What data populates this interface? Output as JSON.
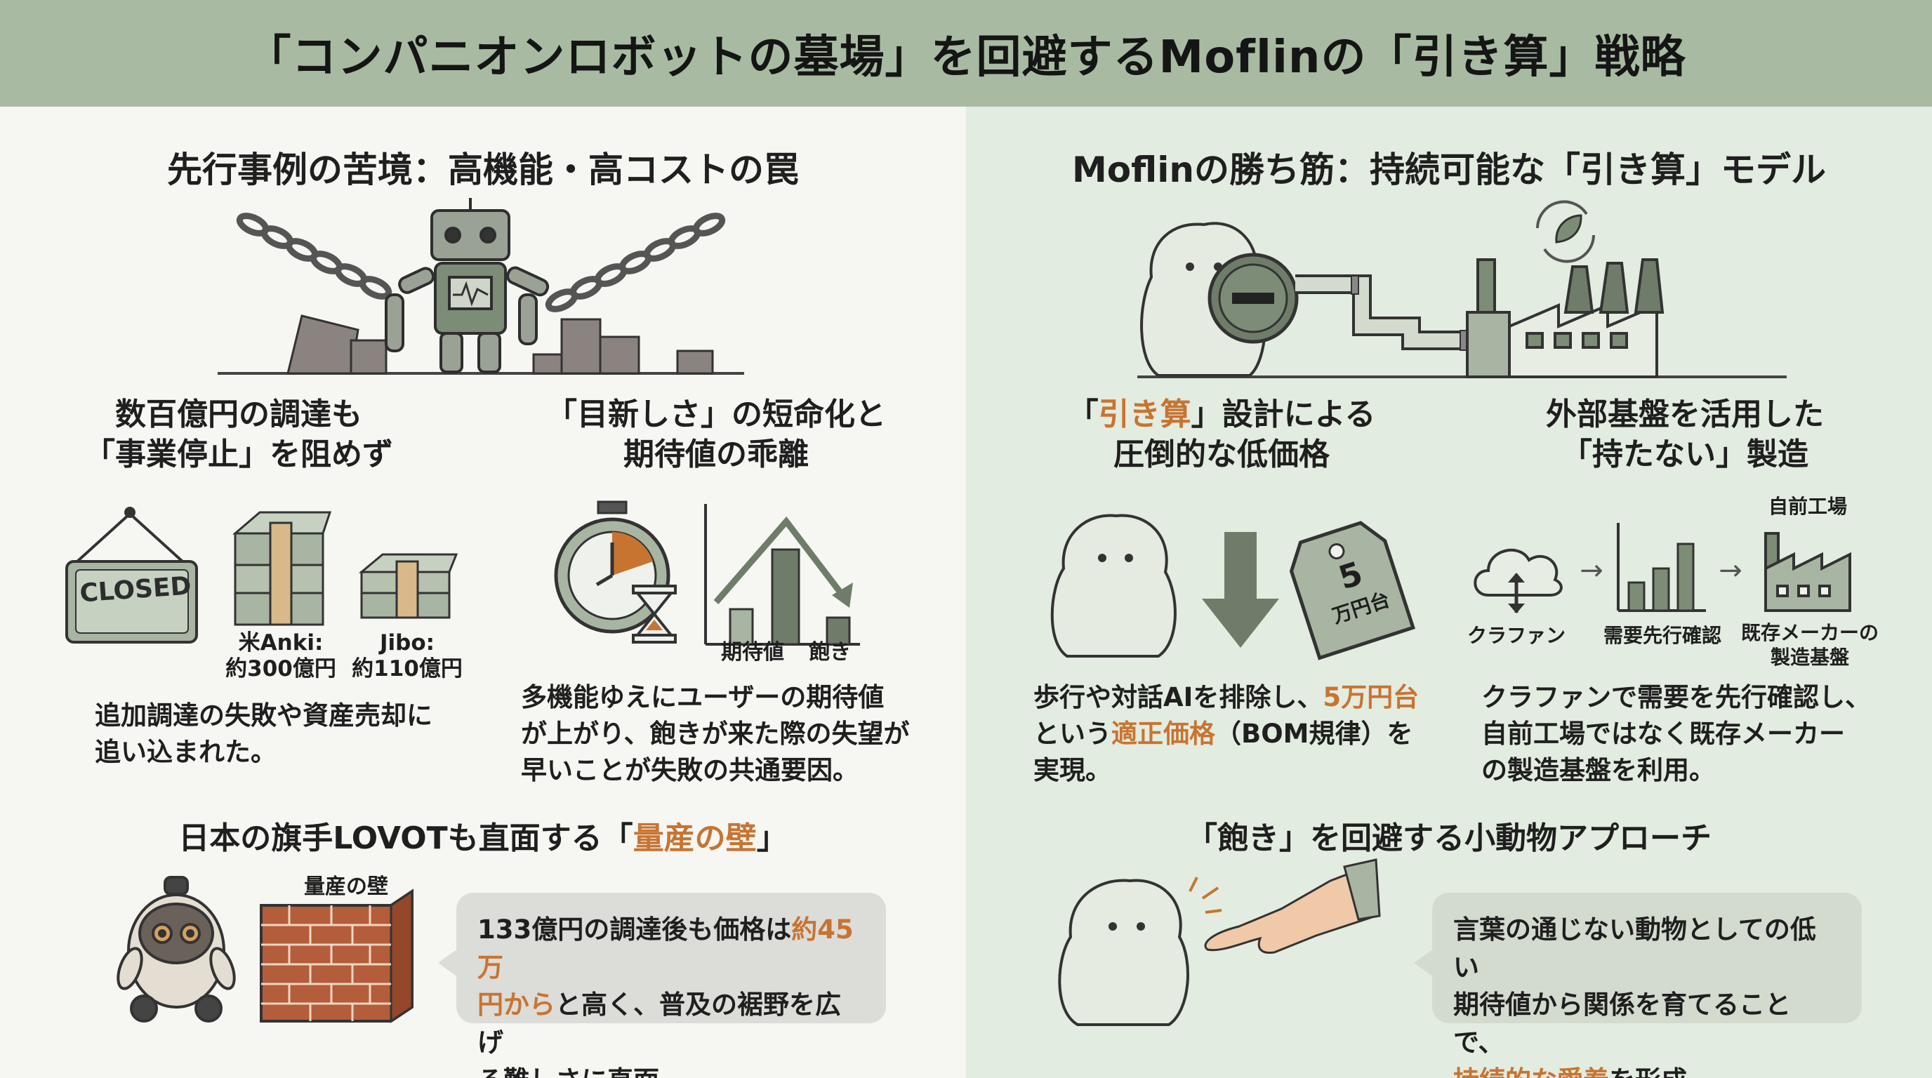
{
  "title": "「コンパニオンロボットの墓場」を回避するMoflinの「引き算」戦略",
  "left": {
    "heading": "先行事例の苦境：高機能・高コストの罠",
    "col1": {
      "heading_line1": "数百億円の調達も",
      "heading_line2": "「事業停止」を阻めず",
      "sign_text": "CLOSED",
      "anki_label_1": "米Anki:",
      "anki_label_2": "約300億円",
      "jibo_label_1": "Jibo:",
      "jibo_label_2": "約110億円",
      "desc_line1": "追加調達の失敗や資産売却に",
      "desc_line2": "追い込まれた。"
    },
    "col2": {
      "heading_line1": "「目新しさ」の短命化と",
      "heading_line2": "期待値の乖離",
      "chart_label_1": "期待値",
      "chart_label_2": "飽き",
      "desc_line1": "多機能ゆえにユーザーの期待値",
      "desc_line2": "が上がり、飽きが来た際の失望が",
      "desc_line3": "早いことが失敗の共通要因。"
    },
    "bottom": {
      "heading_pre": "日本の旗手LOVOTも直面する「",
      "heading_hl": "量産の壁",
      "heading_post": "」",
      "wall_label": "量産の壁",
      "bubble_line1_pre": "133億円の調達後も価格は",
      "bubble_line1_hl": "約45万",
      "bubble_line2_hl": "円から",
      "bubble_line2_post": "と高く、普及の裾野を広げ",
      "bubble_line3": "る難しさに直面。"
    }
  },
  "right": {
    "heading": "Moflinの勝ち筋：持続可能な「引き算」モデル",
    "col1": {
      "heading_line1_pre": "「",
      "heading_line1_hl": "引き算",
      "heading_line1_post": "」設計による",
      "heading_line2": "圧倒的な低価格",
      "tag_number": "5",
      "tag_unit": "万円台",
      "desc_line1_pre": "歩行や対話AIを排除し、",
      "desc_line1_hl": "5万円台",
      "desc_line2_pre": "という",
      "desc_line2_hl": "適正価格",
      "desc_line2_post": "（BOM規律）を",
      "desc_line3": "実現。"
    },
    "col2": {
      "heading_line1": "外部基盤を活用した",
      "heading_line2": "「持たない」製造",
      "factory_top_label": "自前工場",
      "flow_label_1": "クラファン",
      "flow_label_2": "需要先行確認",
      "flow_label_3a": "既存メーカーの",
      "flow_label_3b": "製造基盤",
      "arrow": "→",
      "desc_line1": "クラファンで需要を先行確認し、",
      "desc_line2": "自前工場ではなく既存メーカー",
      "desc_line3": "の製造基盤を利用。"
    },
    "bottom": {
      "heading": "「飽き」を回避する小動物アプローチ",
      "bubble_line1": "言葉の通じない動物としての低い",
      "bubble_line2": "期待値から関係を育てることで、",
      "bubble_line3_hl": "持続的な愛着",
      "bubble_line3_post": "を形成。"
    }
  },
  "colors": {
    "title_bar": "#a8bba2",
    "right_panel": "#e3ece0",
    "accent_orange": "#c87431",
    "icon_green": "#7d8c76",
    "icon_dark": "#4a4a45"
  }
}
